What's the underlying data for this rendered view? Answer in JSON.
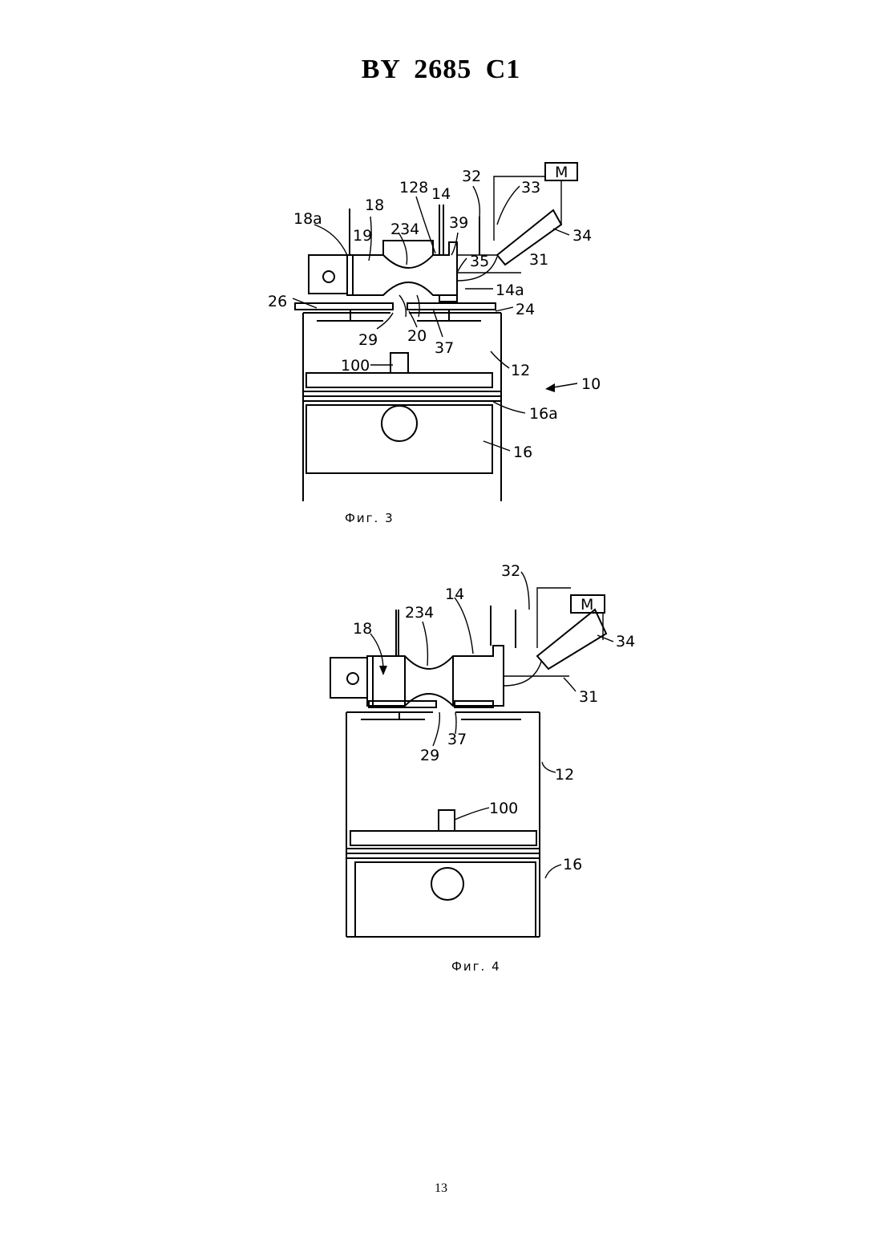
{
  "header": {
    "doc_number": "BY  2685  C1"
  },
  "figure3": {
    "caption": "Фиг. 3",
    "labels": {
      "l18a": "18a",
      "l18": "18",
      "l19": "19",
      "l234": "234",
      "l128": "128",
      "l14": "14",
      "l39": "39",
      "l32": "32",
      "l33": "33",
      "lM": "M",
      "l34": "34",
      "l35": "35",
      "l31": "31",
      "l14a": "14a",
      "l26": "26",
      "l24": "24",
      "l29": "29",
      "l20": "20",
      "l37": "37",
      "l100": "100",
      "l12": "12",
      "l10": "10",
      "l16a": "16a",
      "l16": "16"
    }
  },
  "figure4": {
    "caption": "Фиг. 4",
    "labels": {
      "l32": "32",
      "lM": "M",
      "l14": "14",
      "l234": "234",
      "l18": "18",
      "l34": "34",
      "l31": "31",
      "l29": "29",
      "l37": "37",
      "l12": "12",
      "l100": "100",
      "l16": "16"
    }
  },
  "footer": {
    "page_number": "13"
  }
}
